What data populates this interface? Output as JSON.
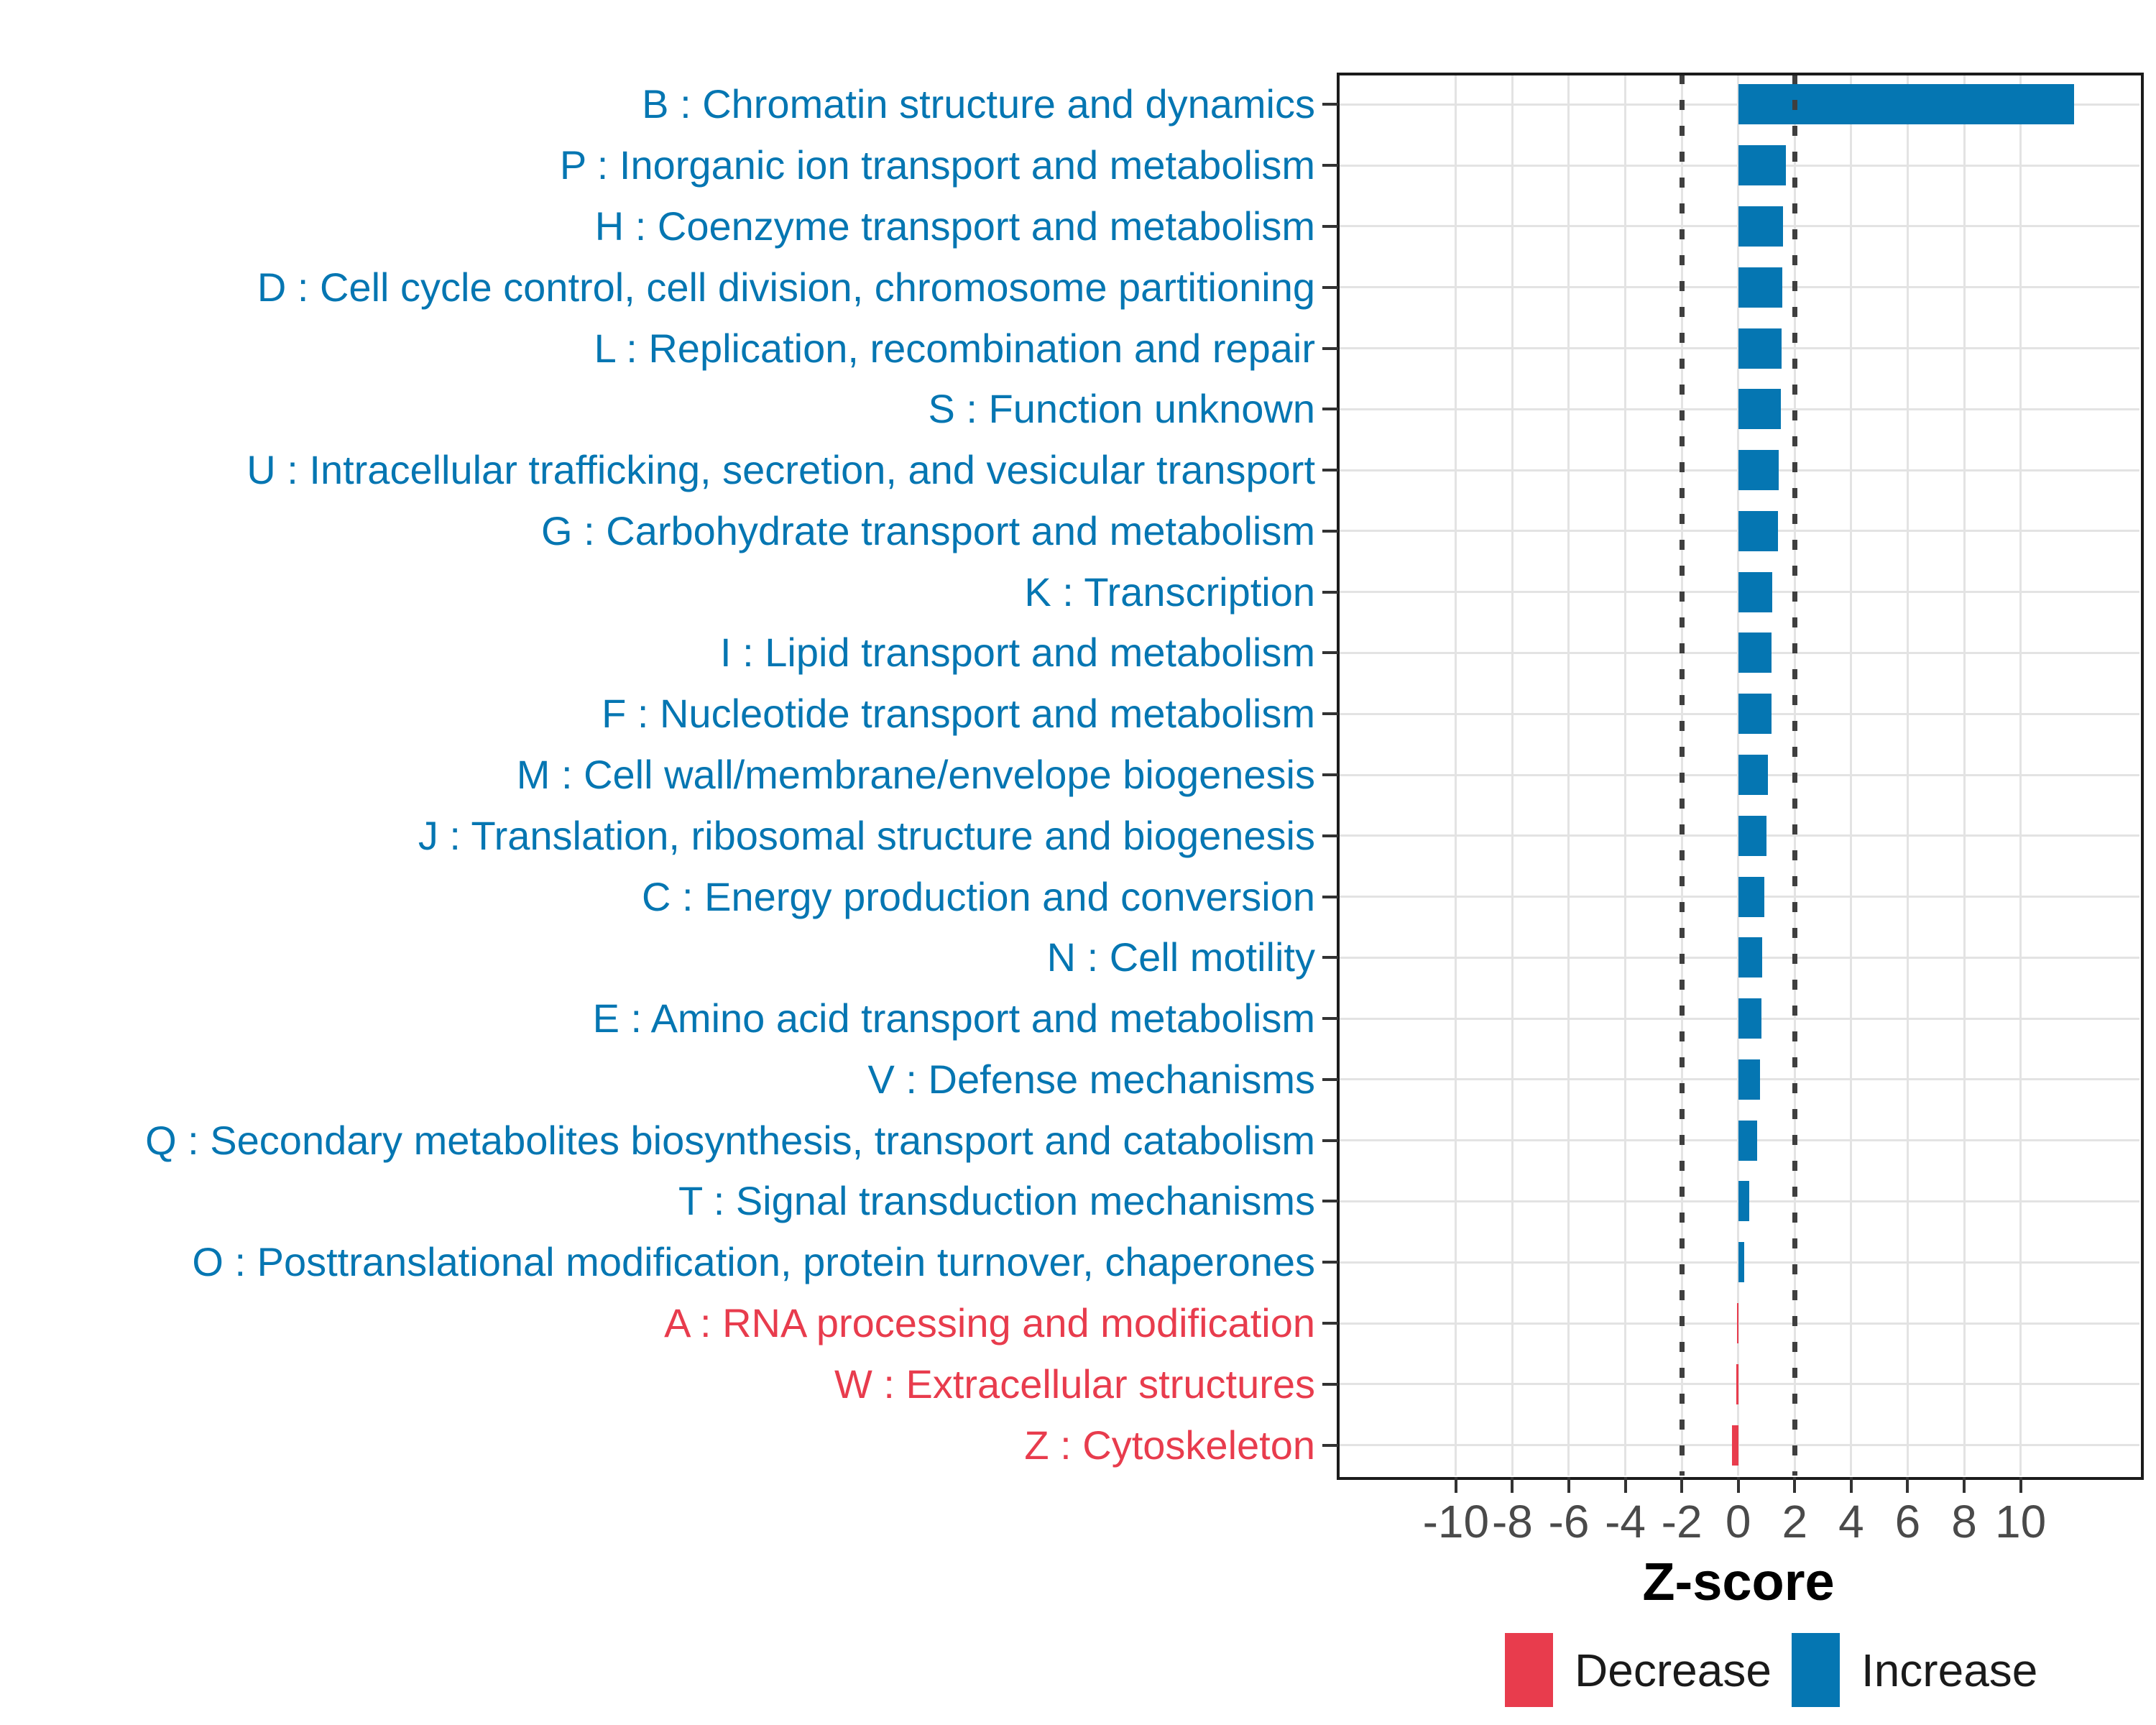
{
  "chart_data": {
    "type": "bar",
    "orientation": "horizontal",
    "title": "",
    "xlabel": "Z-score",
    "x_domain": [
      -14.17,
      14.21
    ],
    "x_ticks": [
      -10,
      -8,
      -6,
      -4,
      -2,
      0,
      2,
      4,
      6,
      8,
      10
    ],
    "x_tick_labels": [
      "-10",
      "-8",
      "-6",
      "-4",
      "-2",
      "0",
      "2",
      "4",
      "6",
      "8",
      "10"
    ],
    "dashed_guides_x": [
      -2,
      2
    ],
    "grid": "major-only",
    "legend_position": "bottom",
    "rows": [
      {
        "label": "B : Chromatin structure and dynamics",
        "value": 11.9,
        "direction": "increase"
      },
      {
        "label": "P : Inorganic ion transport and metabolism",
        "value": 1.68,
        "direction": "increase"
      },
      {
        "label": "H : Coenzyme transport and metabolism",
        "value": 1.59,
        "direction": "increase"
      },
      {
        "label": "D : Cell cycle control, cell division, chromosome partitioning",
        "value": 1.57,
        "direction": "increase"
      },
      {
        "label": "L : Replication, recombination and repair",
        "value": 1.54,
        "direction": "increase"
      },
      {
        "label": "S : Function unknown",
        "value": 1.5,
        "direction": "increase"
      },
      {
        "label": "U : Intracellular trafficking, secretion, and vesicular transport",
        "value": 1.44,
        "direction": "increase"
      },
      {
        "label": "G : Carbohydrate transport and metabolism",
        "value": 1.42,
        "direction": "increase"
      },
      {
        "label": "K : Transcription",
        "value": 1.21,
        "direction": "increase"
      },
      {
        "label": "I : Lipid transport and metabolism",
        "value": 1.19,
        "direction": "increase"
      },
      {
        "label": "F : Nucleotide transport and metabolism",
        "value": 1.18,
        "direction": "increase"
      },
      {
        "label": "M : Cell wall/membrane/envelope biogenesis",
        "value": 1.06,
        "direction": "increase"
      },
      {
        "label": "J : Translation, ribosomal structure and biogenesis",
        "value": 1.0,
        "direction": "increase"
      },
      {
        "label": "C : Energy production and conversion",
        "value": 0.93,
        "direction": "increase"
      },
      {
        "label": "N : Cell motility",
        "value": 0.86,
        "direction": "increase"
      },
      {
        "label": "E : Amino acid transport and metabolism",
        "value": 0.82,
        "direction": "increase"
      },
      {
        "label": "V : Defense mechanisms",
        "value": 0.78,
        "direction": "increase"
      },
      {
        "label": "Q : Secondary metabolites biosynthesis, transport and catabolism",
        "value": 0.68,
        "direction": "increase"
      },
      {
        "label": "T : Signal transduction mechanisms",
        "value": 0.4,
        "direction": "increase"
      },
      {
        "label": "O : Posttranslational modification, protein turnover, chaperones",
        "value": 0.2,
        "direction": "increase"
      },
      {
        "label": "A : RNA processing and modification",
        "value": -0.04,
        "direction": "decrease"
      },
      {
        "label": "W : Extracellular structures",
        "value": -0.07,
        "direction": "decrease"
      },
      {
        "label": "Z : Cytoskeleton",
        "value": -0.21,
        "direction": "decrease"
      }
    ],
    "legend": [
      {
        "label": "Decrease",
        "color": "#E83C4D"
      },
      {
        "label": "Increase",
        "color": "#0576B2"
      }
    ],
    "colors": {
      "increase": "#0576B2",
      "decrease": "#E83C4D",
      "gridline": "#E3E3E3",
      "dashed_guide": "#3F3F3F",
      "tick_label": "#4A4A4A",
      "panel_border": "#1B1B1B"
    }
  }
}
